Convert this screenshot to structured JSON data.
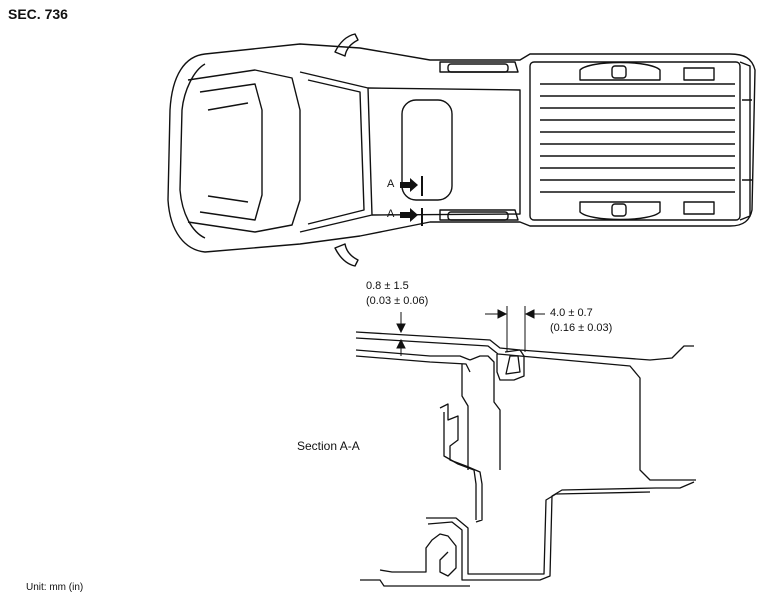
{
  "header": {
    "section_code": "SEC. 736"
  },
  "markers": {
    "top": "A",
    "bottom": "A"
  },
  "section_label": "Section A-A",
  "dimensions": {
    "gap_left_mm": "0.8 ± 1.5",
    "gap_left_in": "(0.03 ± 0.06)",
    "gap_right_mm": "4.0 ± 0.7",
    "gap_right_in": "(0.16 ± 0.03)"
  },
  "unit_note": "Unit: mm (in)"
}
